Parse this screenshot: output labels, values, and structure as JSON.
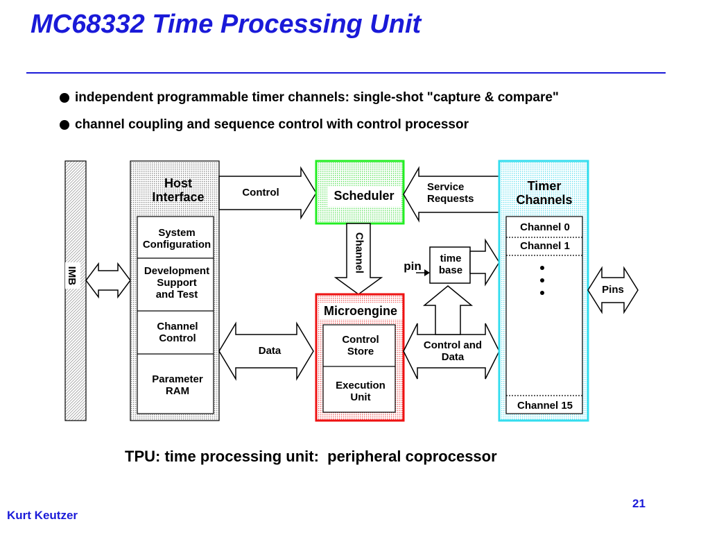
{
  "slide": {
    "title": "MC68332 Time Processing Unit",
    "bullets": [
      "independent programmable timer channels: single-shot \"capture & compare\"",
      "channel coupling and sequence control with control processor"
    ],
    "caption": "TPU: time processing unit:  peripheral coprocessor",
    "author": "Kurt Keutzer",
    "page_number": "21"
  },
  "diagram": {
    "imb": "IMB",
    "host_interface": {
      "title_line1": "Host",
      "title_line2": "Interface",
      "sections": [
        [
          "System",
          "Configuration"
        ],
        [
          "Development",
          "Support",
          "and Test"
        ],
        [
          "Channel",
          "Control"
        ],
        [
          "Parameter",
          "RAM"
        ]
      ]
    },
    "control_arrow": "Control",
    "data_arrow": "Data",
    "scheduler": "Scheduler",
    "channel_arrow": "Channel",
    "service_requests": [
      "Service",
      "Requests"
    ],
    "microengine": {
      "title": "Microengine",
      "control_store": [
        "Control",
        "Store"
      ],
      "execution_unit": [
        "Execution",
        "Unit"
      ]
    },
    "control_and_data": [
      "Control and",
      "Data"
    ],
    "pin_label": "pin",
    "time_base": [
      "time",
      "base"
    ],
    "timer_channels": {
      "title": [
        "Timer",
        "Channels"
      ],
      "channel_first": "Channel 0",
      "channel_second": "Channel 1",
      "channel_last": "Channel 15"
    },
    "pins": "Pins",
    "colors": {
      "scheduler_border": "#22ee22",
      "microengine_border": "#ee1111",
      "timer_border": "#33ddee",
      "title_blue": "#1a1ad8"
    }
  }
}
